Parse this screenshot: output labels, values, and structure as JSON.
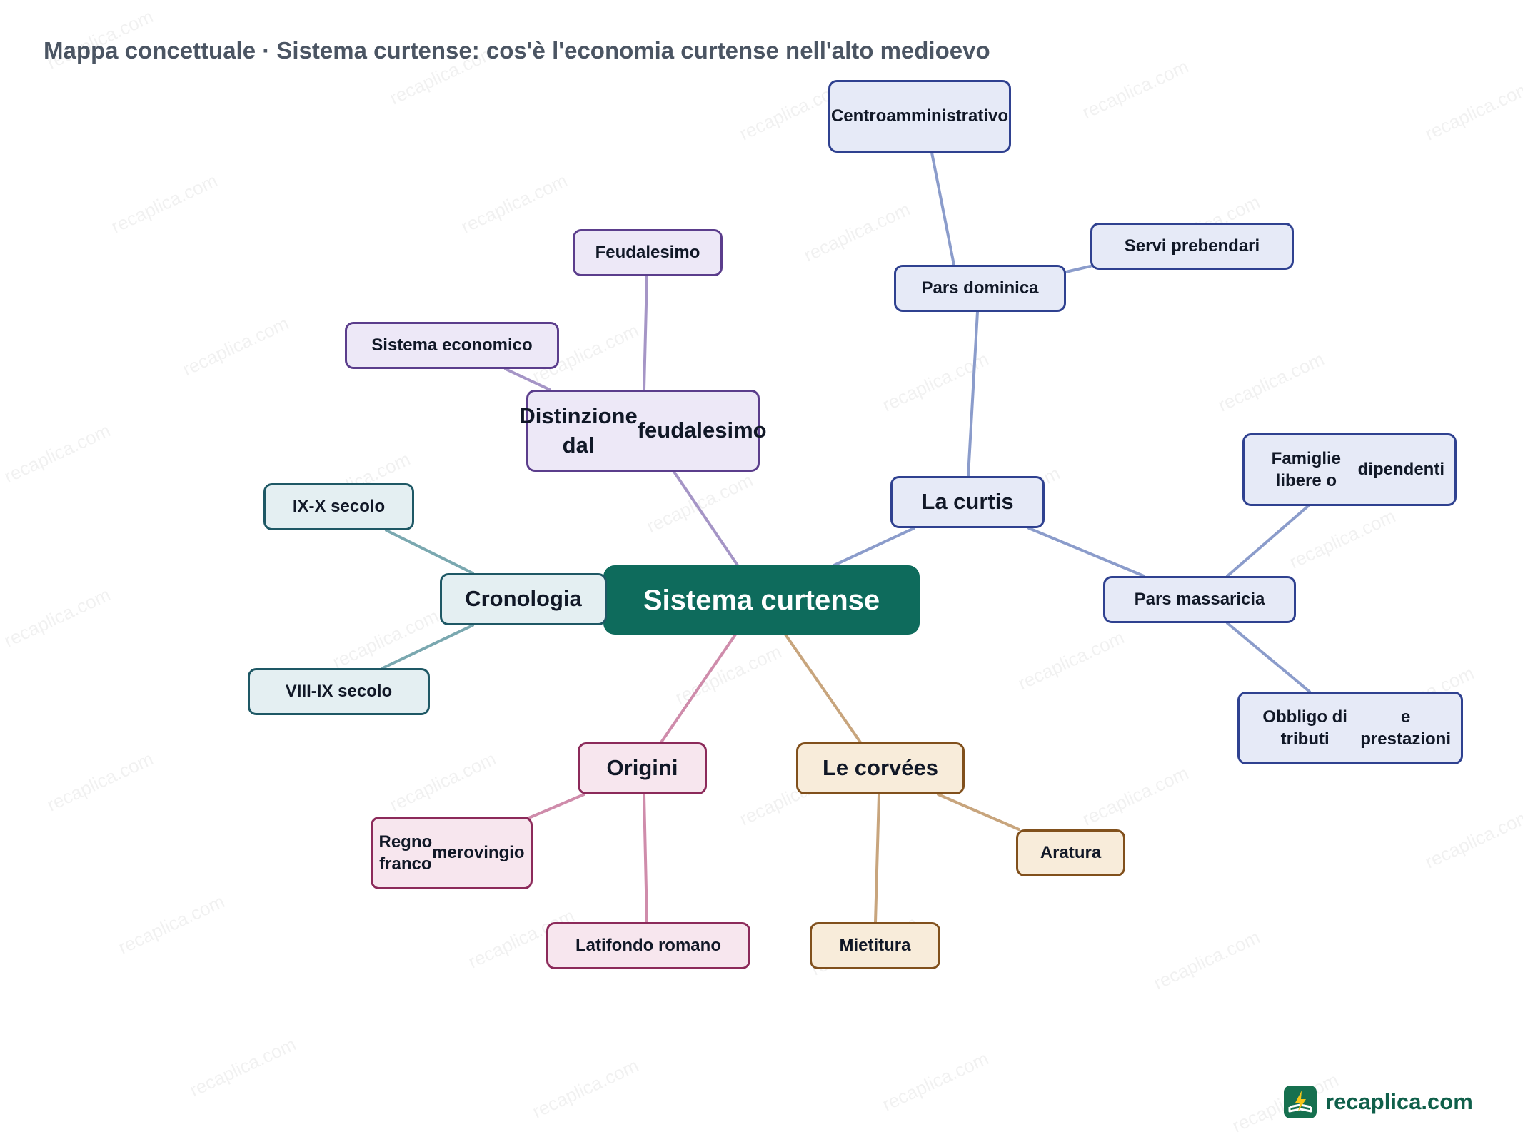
{
  "title": "Mappa concettuale · Sistema curtense: cos'è l'economia curtense nell'alto medioevo",
  "watermark": "recaplica.com",
  "brand": {
    "text": "recaplica.com",
    "logo_icon": "book-bolt-icon",
    "color": "#16704f"
  },
  "colors": {
    "center_bg": "#0e6b5c",
    "center_text": "#ffffff",
    "purple": {
      "bg": "#ede8f7",
      "border": "#5b3d8c",
      "line": "#a595c6"
    },
    "blue": {
      "bg": "#e6eaf7",
      "border": "#2f4190",
      "line": "#8b9ccb"
    },
    "teal": {
      "bg": "#e4eff2",
      "border": "#1e5865",
      "line": "#7aa8b0"
    },
    "magenta": {
      "bg": "#f7e6ee",
      "border": "#8c2a5a",
      "line": "#cf8cab"
    },
    "brown": {
      "bg": "#f8ecda",
      "border": "#81501c",
      "line": "#c8a57d"
    }
  },
  "nodes": {
    "center": {
      "label": "Sistema curtense"
    },
    "distinzione": {
      "label": [
        "Distinzione dal",
        "feudalesimo"
      ]
    },
    "feudalesimo": {
      "label": "Feudalesimo"
    },
    "sist_econ": {
      "label": "Sistema economico"
    },
    "curtis": {
      "label": "La curtis"
    },
    "pars_dominica": {
      "label": "Pars dominica"
    },
    "centro_amm": {
      "label": [
        "Centro",
        "amministrativo"
      ]
    },
    "servi": {
      "label": "Servi prebendari"
    },
    "pars_mass": {
      "label": "Pars massaricia"
    },
    "famiglie": {
      "label": [
        "Famiglie libere o",
        "dipendenti"
      ]
    },
    "obbligo": {
      "label": [
        "Obbligo di tributi",
        "e prestazioni"
      ]
    },
    "cronologia": {
      "label": "Cronologia"
    },
    "ix_x": {
      "label": "IX-X secolo"
    },
    "viii_ix": {
      "label": "VIII-IX secolo"
    },
    "origini": {
      "label": "Origini"
    },
    "regno": {
      "label": [
        "Regno franco",
        "merovingio"
      ]
    },
    "latifondo": {
      "label": "Latifondo romano"
    },
    "corvees": {
      "label": "Le corvées"
    },
    "aratura": {
      "label": "Aratura"
    },
    "mietitura": {
      "label": "Mietitura"
    }
  }
}
